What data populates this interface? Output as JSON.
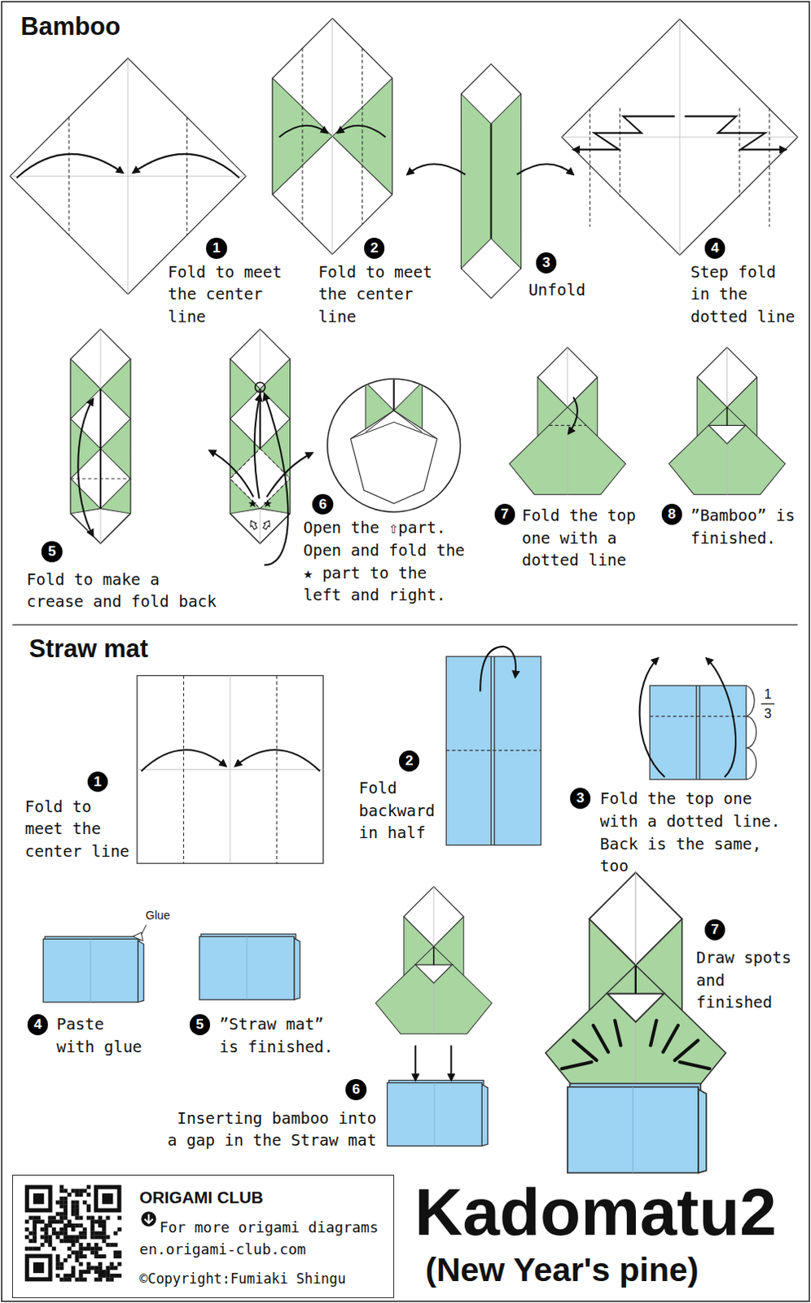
{
  "diagram": {
    "title": "Kadomatu2",
    "caption": "(New Year's pine)",
    "nodes": [
      {
        "text": [
          "ORIGAMI CLUB",
          "For more origami diagrams en.origami-club.com",
          "©Copyright:Fumiaki Shingu"
        ]
      }
    ],
    "labels": [
      "Bamboo",
      "1",
      "Fold to meet the center line",
      "2",
      "Fold to meet the center line",
      "3",
      "Unfold",
      "4",
      "Step fold in the dotted line",
      "5",
      "Fold to make a crease and fold back",
      "6",
      "Open the ⇧part. Open and fold the ★ part to the left and right.",
      "7",
      "Fold the top one with a dotted line",
      "8",
      "”Bamboo” is finished.",
      "Straw mat",
      "1",
      "Fold to meet the center line",
      "2",
      "Fold backward in half",
      "1",
      "3",
      "3",
      "Fold the top one with a dotted line. Back is the same, too",
      "Glue",
      "4",
      "Paste with glue",
      "5",
      "”Straw mat” is finished.",
      "6",
      "Inserting bamboo into a gap in the Straw mat",
      "7",
      "Draw spots and finished"
    ]
  }
}
